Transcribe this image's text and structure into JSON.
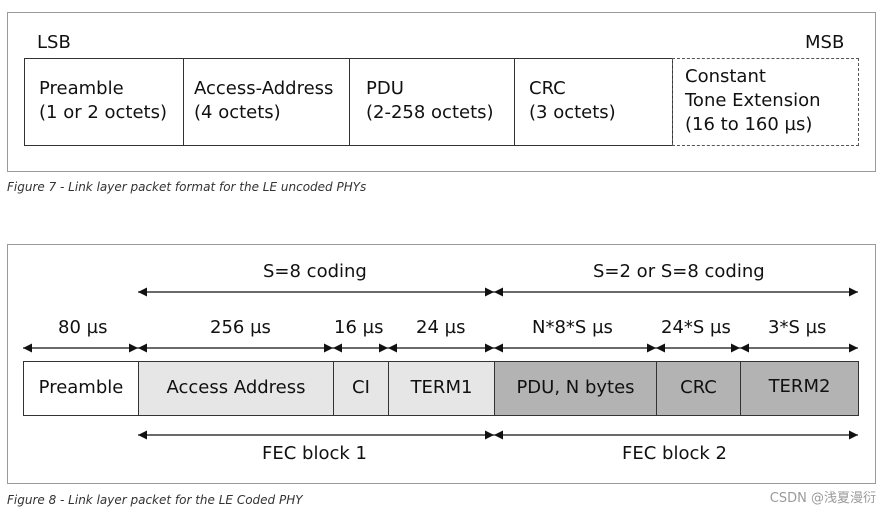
{
  "figure7": {
    "lsb": "LSB",
    "msb": "MSB",
    "fields": [
      {
        "line1": "Preamble",
        "line2": "(1 or 2 octets)"
      },
      {
        "line1": "Access-Address",
        "line2": "(4 octets)"
      },
      {
        "line1": "PDU",
        "line2": "(2-258 octets)"
      },
      {
        "line1": "CRC",
        "line2": "(3 octets)"
      }
    ],
    "cte": {
      "line1": "Constant",
      "line2": "Tone Extension",
      "line3": "(16 to 160 µs)"
    },
    "caption": "Figure 7 - Link layer packet format for the LE uncoded PHYs"
  },
  "figure8": {
    "coding1": "S=8 coding",
    "coding2": "S=2 or S=8 coding",
    "durations": [
      "80 µs",
      "256 µs",
      "16 µs",
      "24 µs",
      "N*8*S µs",
      "24*S µs",
      "3*S µs"
    ],
    "fields": [
      "Preamble",
      "Access Address",
      "CI",
      "TERM1",
      "PDU, N bytes",
      "CRC",
      "TERM2"
    ],
    "fec1": "FEC block 1",
    "fec2": "FEC block 2",
    "caption": "Figure 8 - Link layer packet for the LE Coded PHY",
    "colors": {
      "white": "#ffffff",
      "light_gray": "#e6e6e6",
      "dark_gray": "#b3b3b3"
    }
  },
  "watermark": "CSDN @浅夏漫衍"
}
